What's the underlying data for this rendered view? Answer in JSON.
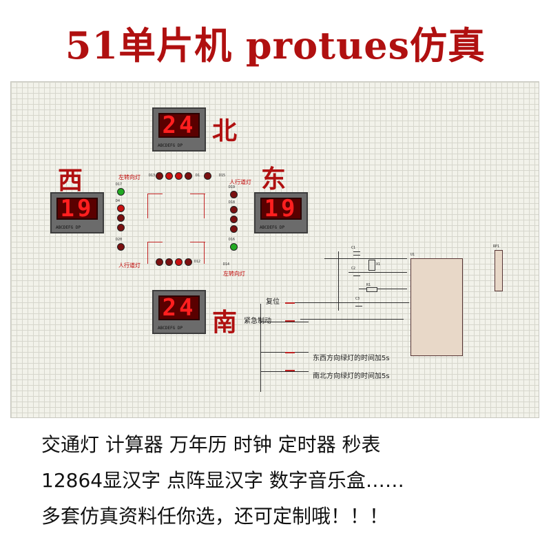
{
  "title": "51单片机  protues仿真",
  "displays": {
    "north": "24",
    "west": "19",
    "east": "19",
    "south": "24",
    "pin_label": "ABCDEFG  DP"
  },
  "directions": {
    "north": "北",
    "west": "西",
    "east": "东",
    "south": "南"
  },
  "signal_labels": {
    "left_turn_top": "左转向灯",
    "pedestrian_top": "人行道灯",
    "pedestrian_bottom": "人行道灯",
    "left_turn_bottom": "左转向灯"
  },
  "led_refs": {
    "d13": "D13",
    "d1": "D1",
    "d15": "D15",
    "d17": "D17",
    "d4": "D4",
    "d20": "D20",
    "d19": "D19",
    "d18": "D18",
    "d16": "D16",
    "d12": "D12",
    "d14": "D14"
  },
  "controls": {
    "reset": "复位",
    "emergency": "紧急制动",
    "ew_green_plus": "东西方向绿灯的时间加5s",
    "ns_green_plus": "南北方向绿灯的时间加5s"
  },
  "components": {
    "c1": "C1",
    "c2": "C2",
    "c3": "C3",
    "x1": "X1",
    "r1": "R1",
    "u1": "U1",
    "rp1": "RP1"
  },
  "bottom_lines": [
    "交通灯  计算器  万年历  时钟  定时器  秒表",
    "12864显汉字  点阵显汉字  数字音乐盒……",
    "多套仿真资料任你选，还可定制哦！！！"
  ],
  "colors": {
    "title_red": "#b01010",
    "led_red": "#c81010",
    "led_green": "#22aa22",
    "led_off": "#7a1010",
    "segment_red": "#ff1f1f"
  }
}
